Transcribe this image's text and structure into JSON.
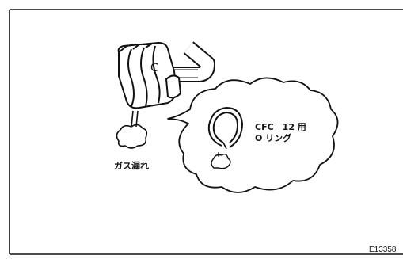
{
  "labels": {
    "gas_leak": "ガス漏れ",
    "ring_line1": "CFC　12 用",
    "ring_line2": "O リング"
  },
  "figure_code": "E13358",
  "colors": {
    "ink": "#111111",
    "background": "#ffffff"
  },
  "icons": [
    "fitting-icon",
    "hose-icon",
    "gas-puff-icon",
    "o-ring-icon"
  ]
}
